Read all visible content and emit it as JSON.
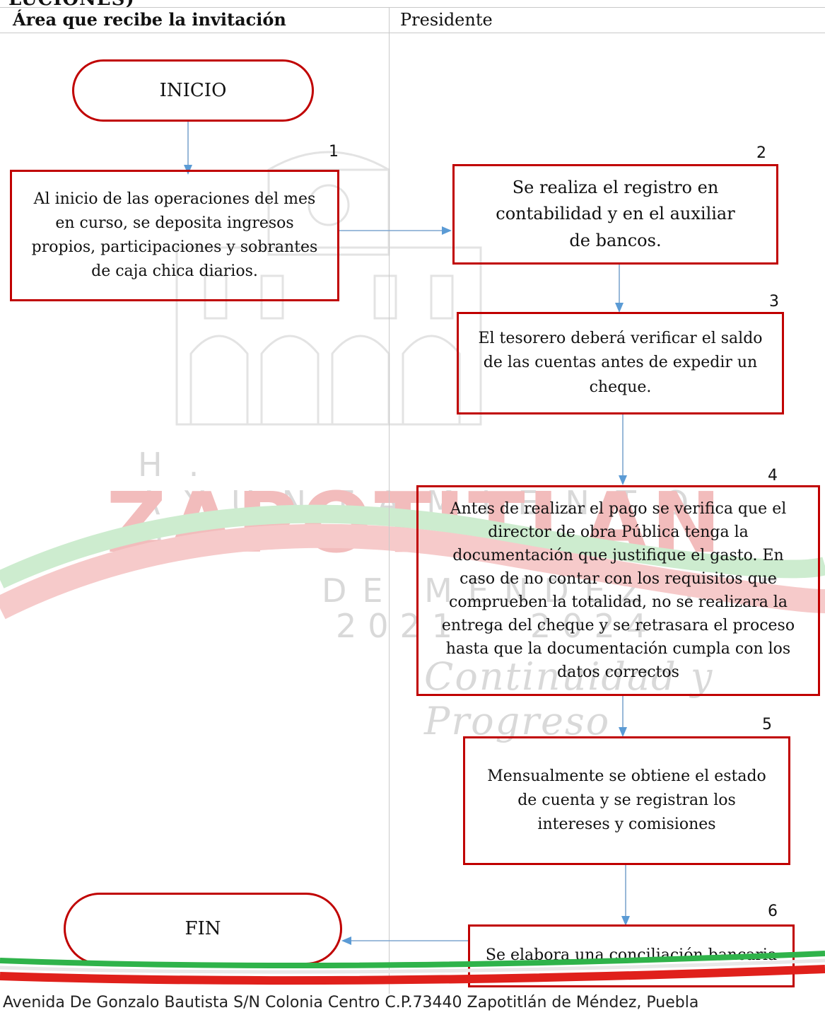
{
  "header": {
    "title_fragment": "LUCIONES)",
    "lane_left": "Área que recibe la invitación",
    "lane_right": "Presidente"
  },
  "watermark": {
    "line1": "H. AYUNTAMIENTO DE",
    "line2": "ZAPOTITLAN",
    "line3": "DE MENDEZ PUE.",
    "line4": "2021 - 2024",
    "line5": "Continuidad y Progreso"
  },
  "terminals": {
    "start": "INICIO",
    "end": "FIN"
  },
  "steps": [
    {
      "number": "1",
      "text": "Al inicio de las operaciones del mes en curso, se deposita ingresos propios, participaciones y sobrantes de caja chica diarios."
    },
    {
      "number": "2",
      "text": "Se realiza el registro en contabilidad y en el auxiliar de bancos."
    },
    {
      "number": "3",
      "text": "El tesorero deberá verificar el saldo de las cuentas antes de expedir un cheque."
    },
    {
      "number": "4",
      "text": "Antes de realizar el pago se verifica que el director de obra Pública tenga la documentación que justifique el gasto. En caso de no contar con los requisitos que comprueben la totalidad, no se realizara la entrega del cheque y se retrasara el proceso hasta que la documentación cumpla con los datos correctos"
    },
    {
      "number": "5",
      "text": "Mensualmente se obtiene el estado de cuenta y se registran los intereses y comisiones"
    },
    {
      "number": "6",
      "text": "Se elabora una conciliación bancaria"
    }
  ],
  "footer": {
    "address": "Avenida De Gonzalo Bautista S/N Colonia Centro C.P.73440 Zapotitlán de Méndez, Puebla"
  },
  "colors": {
    "box_border": "#c00000",
    "arrow": "#5b9bd5",
    "lane_line": "#c9c9c9",
    "stripe_green": "#2fb34a",
    "stripe_red": "#e0201b"
  }
}
